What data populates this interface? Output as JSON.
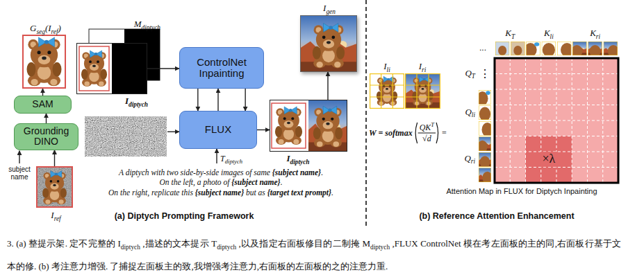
{
  "diagram": {
    "caption": "3. (a) 整提示架. 定不完整的 Idiptych ,描述的文本提示 Tdiptych ,以及指定右面板修目的二制掩 Mdiptych ,FLUX ControlNet 模在考左面板的主的同,右面板行基于文本的修. (b) 考注意力增强. 了捕捉左面板主的致,我增强考注意力,右面板的左面板的之的注意力重.",
    "nodes": [
      {
        "text": [
          "Gseg(Iref)"
        ]
      },
      {
        "text": [
          "Mdiptych",
          "Idiptych"
        ]
      },
      {
        "text": [
          "ControlNet Inpainting"
        ]
      },
      {
        "text": [
          "Igen"
        ]
      },
      {
        "text": [
          "SAM"
        ]
      },
      {
        "text": [
          "Grounding DINO"
        ]
      },
      {
        "text": [
          "FLUX"
        ]
      },
      {
        "text": [
          "Idiptych"
        ]
      },
      {
        "text": [
          "Iref"
        ]
      }
    ],
    "edges": [
      {
        "from": 8,
        "to": 5,
        "arrow": "to"
      },
      {
        "from": 5,
        "to": 4,
        "arrow": "to"
      },
      {
        "from": 4,
        "to": 0,
        "arrow": "to"
      },
      {
        "from": 1,
        "to": 2,
        "arrow": "to"
      },
      {
        "from": 2,
        "to": 6,
        "arrow": "to"
      },
      {
        "from": 6,
        "to": 2,
        "arrow": "to"
      },
      {
        "from": 2,
        "to": 6,
        "arrow": "to"
      },
      {
        "from": 6,
        "to": 7,
        "arrow": "to"
      },
      {
        "from": 7,
        "to": 3,
        "arrow": "to"
      }
    ],
    "labels": [
      "subject name",
      "Tdiptych",
      "A diptych with two side-by-side images of same {subject name}. On the left, a photo of {subject name}. On the right, replicate this {subject name} but as {target text prompt}.",
      "(a) Diptych Prompting Framework",
      "Ili",
      "Iri",
      "W = softmax",
      "QKT",
      "√d",
      "=",
      "...",
      "KT",
      "Kli",
      "Kri",
      "⋮",
      "QT",
      "Qli",
      "Qri",
      "×λ",
      "Attention Map in FLUX for Diptych Inpainting",
      "(b) Reference Attention Enhancement"
    ]
  }
}
